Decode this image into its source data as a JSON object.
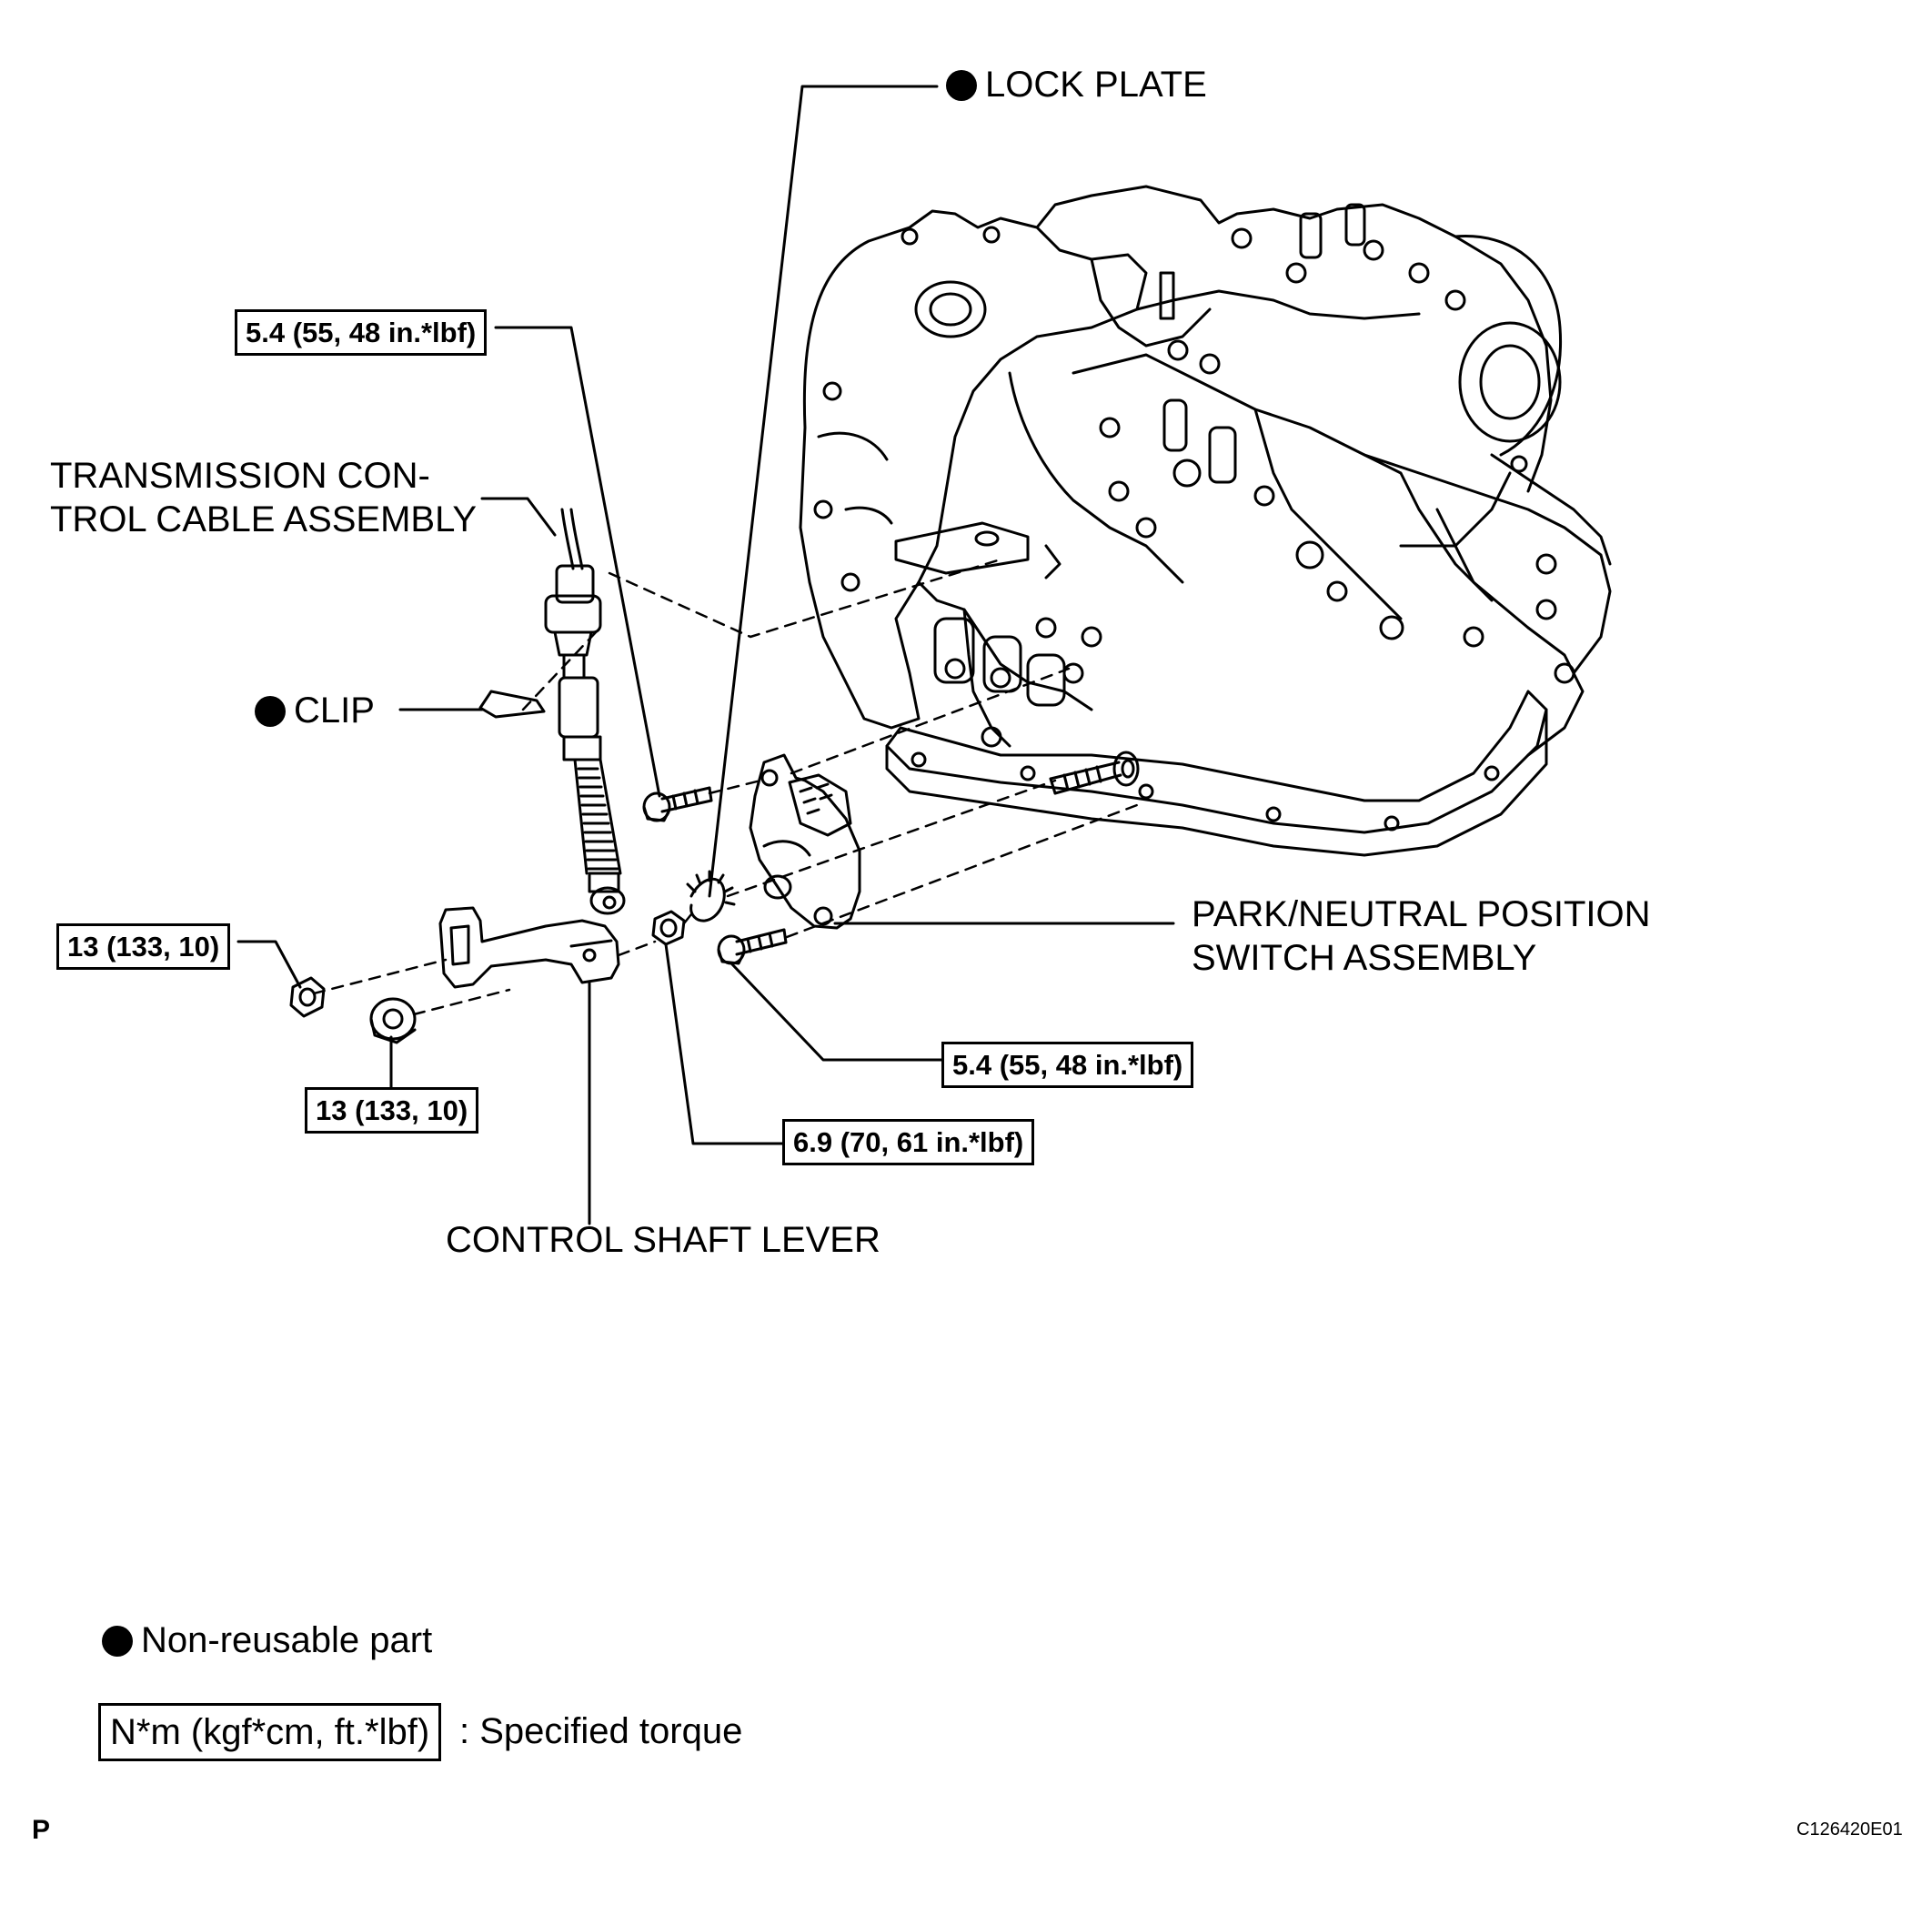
{
  "labels": {
    "lock_plate": "LOCK PLATE",
    "cable_line1": "TRANSMISSION CON-",
    "cable_line2": "TROL CABLE ASSEMBLY",
    "clip": "CLIP",
    "pnp_line1": "PARK/NEUTRAL POSITION",
    "pnp_line2": "SWITCH ASSEMBLY",
    "control_shaft_lever": "CONTROL SHAFT LEVER"
  },
  "torques": {
    "bolt_upper": "5.4 (55, 48 in.*lbf)",
    "nut_left": "13 (133, 10)",
    "nut_lower": "13 (133, 10)",
    "bolt_lower": "5.4 (55, 48 in.*lbf)",
    "nut_lever": "6.9 (70, 61 in.*lbf)"
  },
  "legend": {
    "non_reusable": "Non-reusable part",
    "torque_unit": "N*m (kgf*cm, ft.*lbf)",
    "torque_desc": ": Specified torque"
  },
  "footer": {
    "page_mark": "P",
    "figure_code": "C126420E01"
  }
}
